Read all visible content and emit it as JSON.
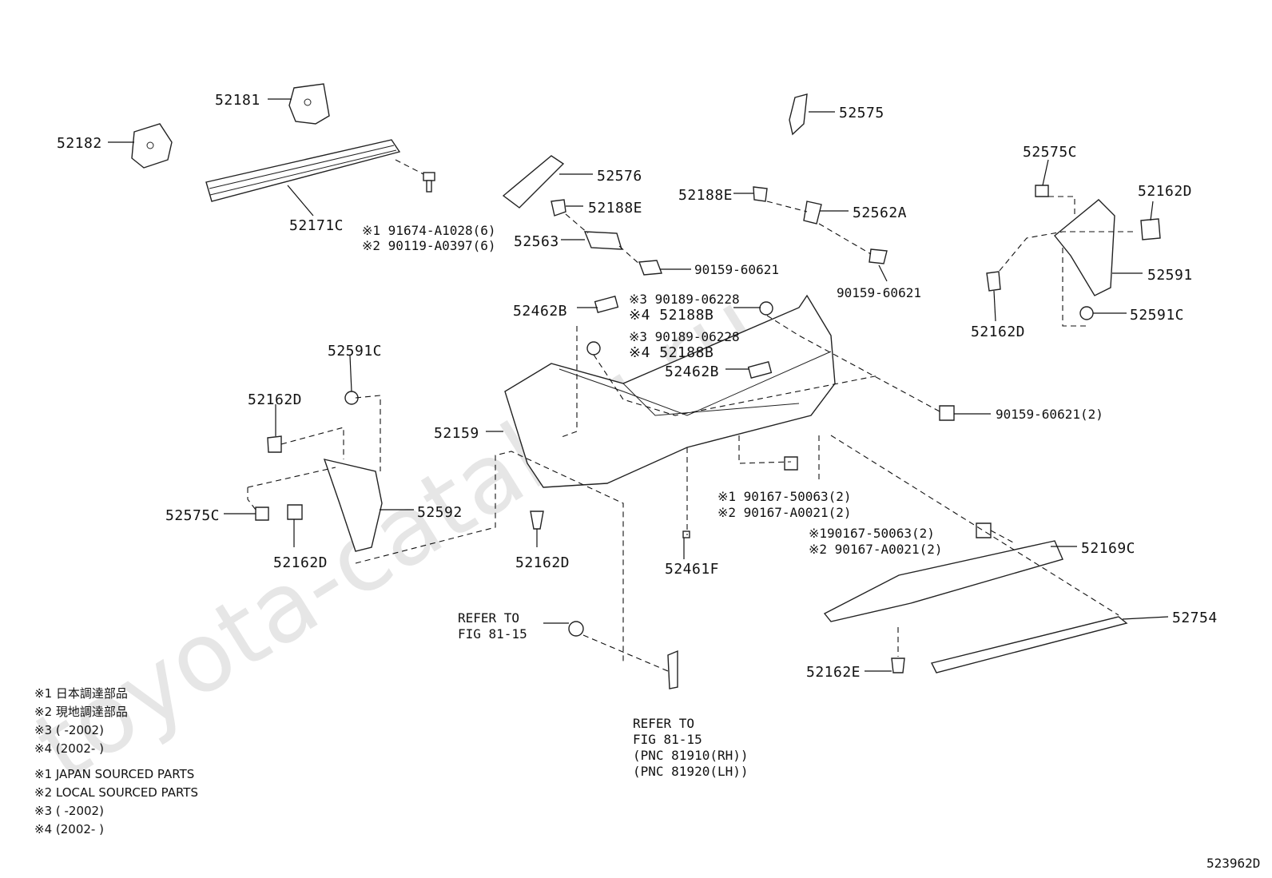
{
  "watermark": "toyota-catalog.ru",
  "diagram_id": "523962D",
  "labels": {
    "p52181": "52181",
    "p52182": "52182",
    "p52171c": "52171C",
    "bolt_japan": "※1 91674-A1028(6)",
    "bolt_local": "※2 90119-A0397(6)",
    "p52575": "52575",
    "p52576": "52576",
    "p52188e_a": "52188E",
    "p52563": "52563",
    "p90159_a": "90159-60621",
    "p52188e_b": "52188E",
    "p52562a": "52562A",
    "p90159_b": "90159-60621",
    "p52575c_r": "52575C",
    "p52162d_r1": "52162D",
    "p52591": "52591",
    "p52162d_r2": "52162D",
    "p52591c_r": "52591C",
    "p52462b_a": "52462B",
    "clip1_a": "※3 90189-06228",
    "clip1_b": "※4 52188B",
    "clip2_a": "※3 90189-06228",
    "clip2_b": "※4 52188B",
    "p52462b_b": "52462B",
    "p90159_c": "90159-60621(2)",
    "p52591c_l": "52591C",
    "p52162d_l1": "52162D",
    "p52159": "52159",
    "p52575c_l": "52575C",
    "p52592": "52592",
    "p52162d_l2": "52162D",
    "p52162d_l3": "52162D",
    "screw_a1": "※1 90167-50063(2)",
    "screw_a2": "※2 90167-A0021(2)",
    "p52461f": "52461F",
    "screw_b1": "※190167-50063(2)",
    "screw_b2": "※2 90167-A0021(2)",
    "p52169c": "52169C",
    "p52754": "52754",
    "p52162e": "52162E",
    "refer1_a": "REFER TO",
    "refer1_b": "FIG 81-15",
    "refer2_a": "REFER TO",
    "refer2_b": "FIG 81-15",
    "refer2_c": "(PNC 81910(RH))",
    "refer2_d": "(PNC 81920(LH))"
  },
  "legend": {
    "jp1": "※1 日本調達部品",
    "jp2": "※2 現地調達部品",
    "jp3": "※3 (         -2002)",
    "jp4": "※4 (2002-         )",
    "en1": "※1 JAPAN SOURCED PARTS",
    "en2": "※2 LOCAL SOURCED PARTS",
    "en3": "※3 (         -2002)",
    "en4": "※4 (2002-         )"
  }
}
